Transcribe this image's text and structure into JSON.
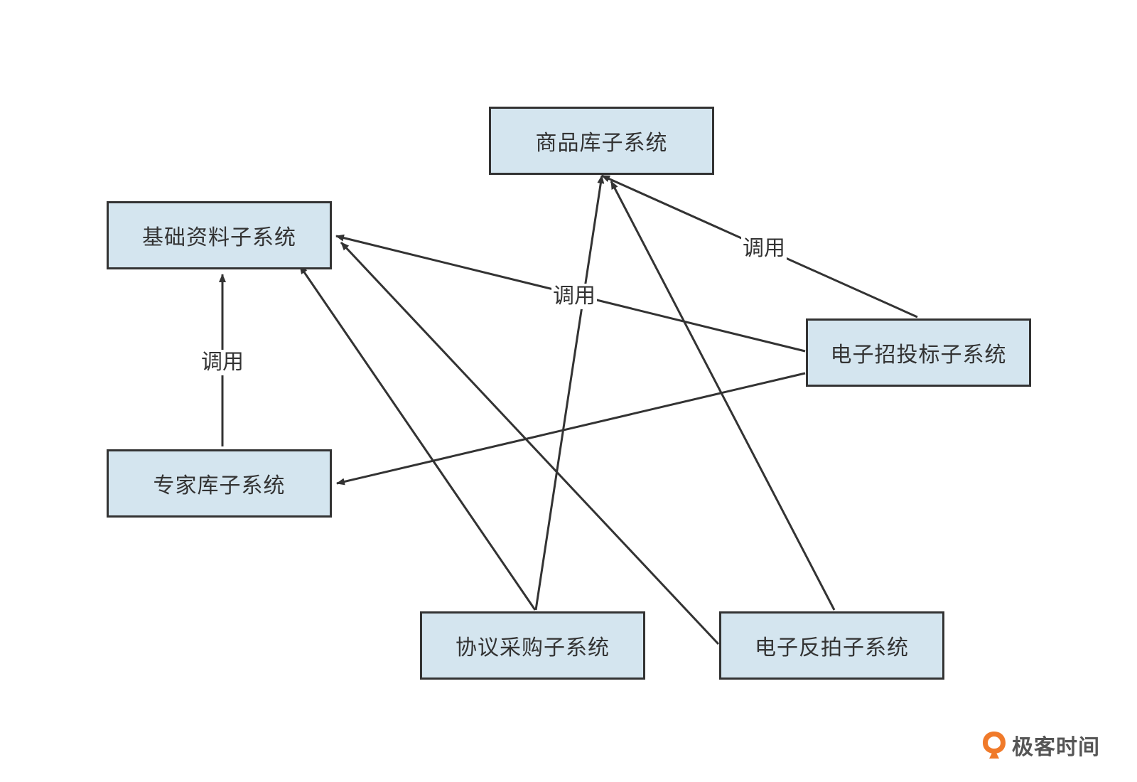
{
  "nodes": {
    "goods": "商品库子系统",
    "base": "基础资料子系统",
    "bidding": "电子招投标子系统",
    "expert": "专家库子系统",
    "protocol": "协议采购子系统",
    "auction": "电子反拍子系统"
  },
  "edges": [
    {
      "from": "bidding",
      "to": "goods",
      "label": "调用"
    },
    {
      "from": "bidding",
      "to": "base",
      "label": "调用"
    },
    {
      "from": "expert",
      "to": "base",
      "label": "调用"
    },
    {
      "from": "bidding",
      "to": "expert"
    },
    {
      "from": "protocol",
      "to": "base"
    },
    {
      "from": "protocol",
      "to": "goods"
    },
    {
      "from": "auction",
      "to": "base"
    },
    {
      "from": "auction",
      "to": "goods"
    }
  ],
  "logo": {
    "text": "极客时间"
  },
  "colors": {
    "node_fill": "#d4e5ef",
    "stroke": "#333333",
    "logo_accent": "#f07a2a"
  }
}
